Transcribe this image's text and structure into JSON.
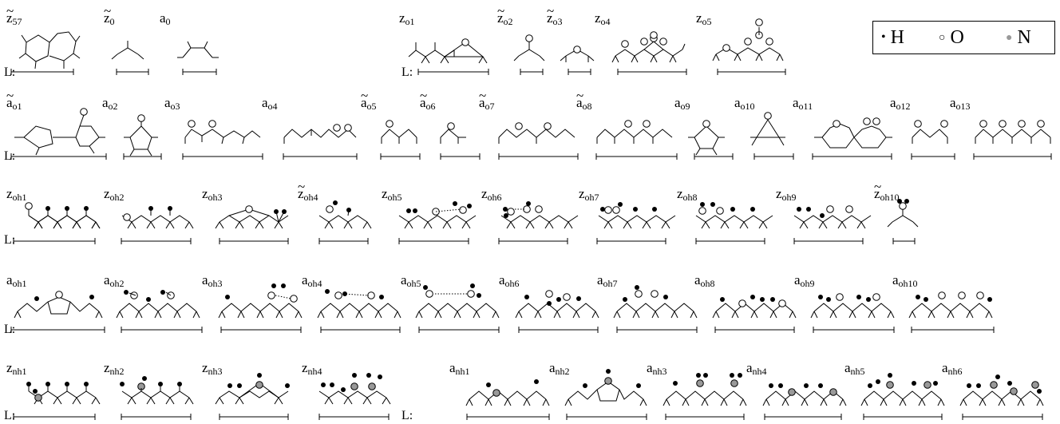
{
  "rows": [
    [
      {
        "base": "z",
        "tilde": true,
        "sub": "57"
      },
      {
        "base": "z",
        "tilde": true,
        "sub": "0"
      },
      {
        "base": "a",
        "tilde": false,
        "sub": "0"
      },
      {
        "base": "z",
        "tilde": false,
        "sub": "o1"
      },
      {
        "base": "z",
        "tilde": true,
        "sub": "o2"
      },
      {
        "base": "z",
        "tilde": true,
        "sub": "o3"
      },
      {
        "base": "z",
        "tilde": false,
        "sub": "o4"
      },
      {
        "base": "z",
        "tilde": false,
        "sub": "o5"
      }
    ],
    [
      {
        "base": "a",
        "tilde": true,
        "sub": "o1"
      },
      {
        "base": "a",
        "tilde": false,
        "sub": "o2"
      },
      {
        "base": "a",
        "tilde": false,
        "sub": "o3"
      },
      {
        "base": "a",
        "tilde": false,
        "sub": "o4"
      },
      {
        "base": "a",
        "tilde": true,
        "sub": "o5"
      },
      {
        "base": "a",
        "tilde": true,
        "sub": "o6"
      },
      {
        "base": "a",
        "tilde": true,
        "sub": "o7"
      },
      {
        "base": "a",
        "tilde": true,
        "sub": "o8"
      },
      {
        "base": "a",
        "tilde": false,
        "sub": "o9"
      },
      {
        "base": "a",
        "tilde": false,
        "sub": "o10"
      },
      {
        "base": "a",
        "tilde": false,
        "sub": "o11"
      },
      {
        "base": "a",
        "tilde": false,
        "sub": "o12"
      },
      {
        "base": "a",
        "tilde": false,
        "sub": "o13"
      }
    ],
    [
      {
        "base": "z",
        "tilde": false,
        "sub": "oh1"
      },
      {
        "base": "z",
        "tilde": false,
        "sub": "oh2"
      },
      {
        "base": "z",
        "tilde": false,
        "sub": "oh3"
      },
      {
        "base": "z",
        "tilde": true,
        "sub": "oh4"
      },
      {
        "base": "z",
        "tilde": false,
        "sub": "oh5"
      },
      {
        "base": "z",
        "tilde": false,
        "sub": "oh6"
      },
      {
        "base": "z",
        "tilde": false,
        "sub": "oh7"
      },
      {
        "base": "z",
        "tilde": false,
        "sub": "oh8"
      },
      {
        "base": "z",
        "tilde": false,
        "sub": "oh9"
      },
      {
        "base": "z",
        "tilde": true,
        "sub": "oh10"
      }
    ],
    [
      {
        "base": "a",
        "tilde": false,
        "sub": "oh1"
      },
      {
        "base": "a",
        "tilde": false,
        "sub": "oh2"
      },
      {
        "base": "a",
        "tilde": false,
        "sub": "oh3"
      },
      {
        "base": "a",
        "tilde": false,
        "sub": "oh4"
      },
      {
        "base": "a",
        "tilde": false,
        "sub": "oh5"
      },
      {
        "base": "a",
        "tilde": false,
        "sub": "oh6"
      },
      {
        "base": "a",
        "tilde": false,
        "sub": "oh7"
      },
      {
        "base": "a",
        "tilde": false,
        "sub": "oh8"
      },
      {
        "base": "a",
        "tilde": false,
        "sub": "oh9"
      },
      {
        "base": "a",
        "tilde": false,
        "sub": "oh10"
      }
    ],
    [
      {
        "base": "z",
        "tilde": false,
        "sub": "nh1"
      },
      {
        "base": "z",
        "tilde": false,
        "sub": "nh2"
      },
      {
        "base": "z",
        "tilde": false,
        "sub": "nh3"
      },
      {
        "base": "z",
        "tilde": false,
        "sub": "nh4"
      },
      {
        "base": "a",
        "tilde": false,
        "sub": "nh1"
      },
      {
        "base": "a",
        "tilde": false,
        "sub": "nh2"
      },
      {
        "base": "a",
        "tilde": false,
        "sub": "nh3"
      },
      {
        "base": "a",
        "tilde": false,
        "sub": "nh4"
      },
      {
        "base": "a",
        "tilde": false,
        "sub": "nh5"
      },
      {
        "base": "a",
        "tilde": false,
        "sub": "nh6"
      }
    ]
  ],
  "length_label": "L:",
  "tilde_char": "~",
  "legend": {
    "h": {
      "label": "H",
      "marker": "•"
    },
    "o": {
      "label": "O",
      "marker": "○"
    },
    "n": {
      "label": "N",
      "marker": "●"
    }
  },
  "colors": {
    "ink": "#000000",
    "oxygen_fill": "#ffffff",
    "nitrogen_fill": "#999999",
    "hydrogen_fill": "#000000"
  }
}
